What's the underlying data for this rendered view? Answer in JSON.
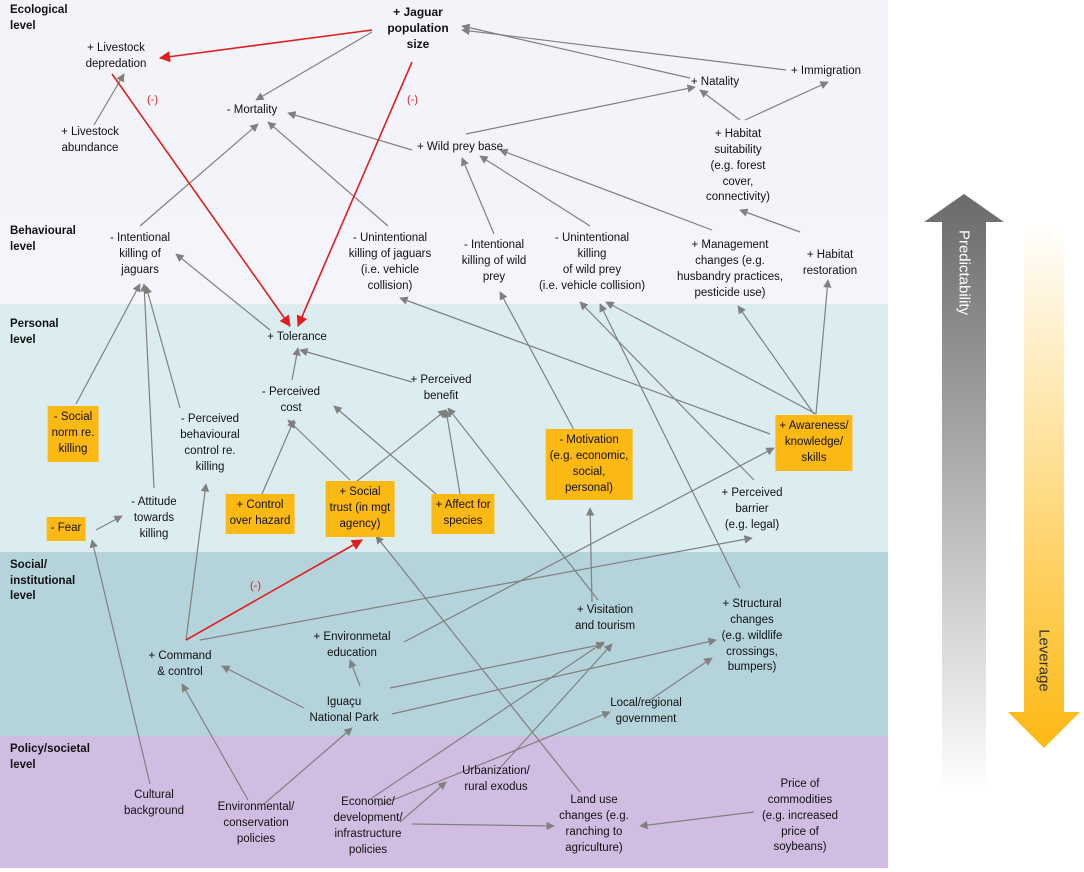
{
  "levels": [
    {
      "id": "ecological",
      "label": "Ecological\nlevel",
      "color": "#f3f4fa"
    },
    {
      "id": "behavioural",
      "label": "Behavioural\nlevel",
      "color": "#f1f3f9"
    },
    {
      "id": "personal",
      "label": "Personal\nlevel",
      "color": "#dcedf2"
    },
    {
      "id": "social",
      "label": "Social/\ninstitutional\nlevel",
      "color": "#b5d3da"
    },
    {
      "id": "policy",
      "label": "Policy/societal\nlevel",
      "color": "#d2bde2"
    }
  ],
  "nodes": {
    "jaguar_pop": "+ Jaguar\npopulation\nsize",
    "livestock_dep": "+ Livestock\ndepredation",
    "mortality": "- Mortality",
    "natality": "+ Natality",
    "immigration": "+ Immigration",
    "livestock_abund": "+ Livestock\nabundance",
    "wild_prey": "+ Wild prey base",
    "habitat_suit": "+ Habitat\nsuitability\n(e.g. forest\ncover,\nconnectivity)",
    "int_kill_jag": "- Intentional\nkilling of\njaguars",
    "unint_kill_jag": "- Unintentional\nkilling of jaguars\n(i.e. vehicle\ncollision)",
    "int_kill_prey": "- Intentional\nkilling of wild\nprey",
    "unint_kill_prey": "- Unintentional\nkilling\nof wild prey\n(i.e. vehicle collision)",
    "mgmt_changes": "+ Management\nchanges (e.g.\nhusbandry practices,\npesticide use)",
    "habitat_rest": "+ Habitat\nrestoration",
    "tolerance": "+ Tolerance",
    "perc_cost": "- Perceived\ncost",
    "perc_benefit": "+ Perceived\nbenefit",
    "social_norm": "- Social\nnorm re.\nkilling",
    "perc_beh_ctrl": "- Perceived\nbehavioural\ncontrol re.\nkilling",
    "attitude": "- Attitude\ntowards\nkilling",
    "fear": "- Fear",
    "ctrl_hazard": "+ Control\nover hazard",
    "social_trust": "+ Social\ntrust (in mgt\nagency)",
    "affect": "+ Affect for\nspecies",
    "motivation": "- Motivation\n(e.g. economic,\nsocial,\npersonal)",
    "awareness": "+ Awareness/\nknowledge/\nskills",
    "perc_barrier": "+ Perceived\nbarrier\n(e.g. legal)",
    "command": "+ Command\n& control",
    "env_edu": "+ Environmetal\neducation",
    "visitation": "+ Visitation\nand tourism",
    "structural": "+ Structural\nchanges\n(e.g. wildlife\ncrossings,\nbumpers)",
    "iguacu": "Iguaçu\nNational Park",
    "local_gov": "Local/regional\ngovernment",
    "cultural": "Cultural\nbackground",
    "env_policies": "Environmental/\nconservation\npolicies",
    "econ_policies": "Economic/\ndevelopment/\ninfrastructure\npolicies",
    "urbanization": "Urbanization/\nrural exodus",
    "land_use": "Land use\nchanges (e.g.\nranching to\nagriculture)",
    "commodities": "Price of\ncommodities\n(e.g. increased\nprice of\nsoybeans)"
  },
  "negative_marks": [
    "(-)",
    "(-)",
    "(-)"
  ],
  "arrows": {
    "predictability": "Predictability",
    "leverage": "Leverage"
  },
  "colors": {
    "highlight": "#fdb913",
    "link": "#808080",
    "negative_link": "#e01e1e",
    "predictability_arrow": "#6e6e6e",
    "leverage_arrow": "#fdb913"
  }
}
